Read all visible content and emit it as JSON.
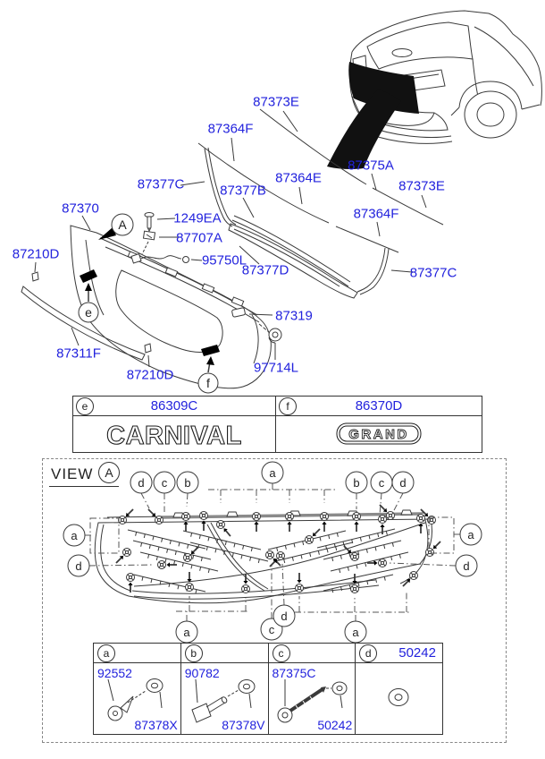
{
  "colors": {
    "label_blue": "#2222dd",
    "line_dark": "#3a3a3a"
  },
  "part_labels": [
    {
      "id": "87373E-upper",
      "text": "87373E"
    },
    {
      "id": "87364F-upper",
      "text": "87364F"
    },
    {
      "id": "87375A",
      "text": "87375A"
    },
    {
      "id": "87373E-right",
      "text": "87373E"
    },
    {
      "id": "87364E",
      "text": "87364E"
    },
    {
      "id": "87377B",
      "text": "87377B"
    },
    {
      "id": "87364F-lower",
      "text": "87364F"
    },
    {
      "id": "87377C-left",
      "text": "87377C"
    },
    {
      "id": "87370",
      "text": "87370"
    },
    {
      "id": "1249EA",
      "text": "1249EA"
    },
    {
      "id": "87707A",
      "text": "87707A"
    },
    {
      "id": "95750L",
      "text": "95750L"
    },
    {
      "id": "87377D",
      "text": "87377D"
    },
    {
      "id": "87377C-right",
      "text": "87377C"
    },
    {
      "id": "87210D-left",
      "text": "87210D"
    },
    {
      "id": "87311F",
      "text": "87311F"
    },
    {
      "id": "87210D-lower",
      "text": "87210D"
    },
    {
      "id": "87319",
      "text": "87319"
    },
    {
      "id": "97714L",
      "text": "97714L"
    }
  ],
  "diagram_refs": [
    "A",
    "e",
    "f"
  ],
  "emblem_table": {
    "cells": [
      {
        "ref": "e",
        "part_no": "86309C",
        "emblem": "CARNIVAL"
      },
      {
        "ref": "f",
        "part_no": "86370D",
        "emblem": "GRAND"
      }
    ]
  },
  "view_section": {
    "label": "VIEW",
    "ref": "A",
    "callout_letters": [
      "d",
      "c",
      "b",
      "a",
      "b",
      "c",
      "d",
      "a",
      "d",
      "a",
      "d",
      "a",
      "c",
      "d",
      "a"
    ]
  },
  "fastener_table": {
    "cells": [
      {
        "ref": "a",
        "labels": [
          "92552",
          "87378X"
        ]
      },
      {
        "ref": "b",
        "labels": [
          "90782",
          "87378V"
        ]
      },
      {
        "ref": "c",
        "labels": [
          "87375C",
          "50242"
        ]
      },
      {
        "ref": "d",
        "labels": [
          "50242"
        ]
      }
    ]
  }
}
